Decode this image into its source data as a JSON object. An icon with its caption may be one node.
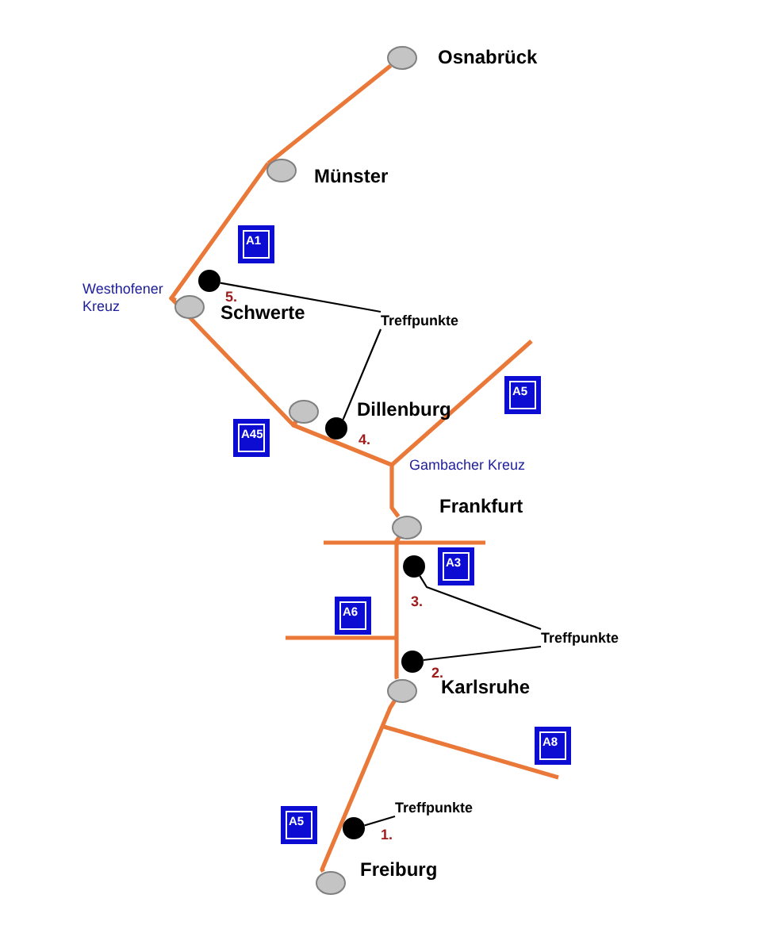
{
  "diagram": {
    "nodes": [
      {
        "text": [],
        "shape": "circle",
        "beside": [
          "Osnabrück"
        ]
      },
      {
        "text": [],
        "shape": "circle",
        "beside": [
          "Münster"
        ]
      },
      {
        "text": [
          "A1"
        ]
      },
      {
        "text": [],
        "shape": "circle",
        "beside": [
          "5."
        ]
      },
      {
        "text": [],
        "shape": "circle",
        "beside": [
          "Schwerte"
        ]
      },
      {
        "text": [
          "Treffpunkte"
        ]
      },
      {
        "text": [
          "A5"
        ]
      },
      {
        "text": [],
        "shape": "circle"
      },
      {
        "text": [
          "A45"
        ]
      },
      {
        "text": [],
        "shape": "circle",
        "beside": [
          "4."
        ]
      },
      {
        "text": [],
        "shape": "circle",
        "beside": [
          "Frankfurt"
        ]
      },
      {
        "text": [
          "A3"
        ]
      },
      {
        "text": [],
        "shape": "circle",
        "beside": [
          "3."
        ]
      },
      {
        "text": [
          "A6"
        ]
      },
      {
        "text": [
          "Treffpunkte"
        ]
      },
      {
        "text": [],
        "shape": "circle",
        "beside": [
          "2."
        ]
      },
      {
        "text": [],
        "shape": "circle",
        "beside": [
          "Karlsruhe"
        ]
      },
      {
        "text": [
          "A8"
        ]
      },
      {
        "text": [
          "A5"
        ]
      },
      {
        "text": [
          "Treffpunkte"
        ]
      },
      {
        "text": [],
        "shape": "circle",
        "beside": [
          "1."
        ]
      },
      {
        "text": [],
        "shape": "circle",
        "beside": [
          "Freiburg"
        ]
      }
    ],
    "edges": [
      {
        "from": 0,
        "to": 1,
        "arrow": "none"
      },
      {
        "from": 1,
        "to": 4,
        "arrow": "none"
      },
      {
        "from": 4,
        "to": 7,
        "arrow": "none"
      },
      {
        "from": 7,
        "to": 10,
        "arrow": "none"
      },
      {
        "from": 10,
        "to": 16,
        "arrow": "none"
      },
      {
        "from": 16,
        "to": 21,
        "arrow": "none"
      },
      {
        "from": 5,
        "to": 3,
        "arrow": "none",
        "color": "#000000"
      },
      {
        "from": 5,
        "to": 9,
        "arrow": "none",
        "color": "#000000"
      },
      {
        "from": 14,
        "to": 12,
        "arrow": "none",
        "color": "#000000"
      },
      {
        "from": 14,
        "to": 15,
        "arrow": "none",
        "color": "#000000"
      },
      {
        "from": 19,
        "to": 20,
        "arrow": "none",
        "color": "#000000"
      }
    ],
    "labels": [
      "Westhofener Kreuz",
      "Dillenburg",
      "Gambacher Kreuz"
    ]
  }
}
